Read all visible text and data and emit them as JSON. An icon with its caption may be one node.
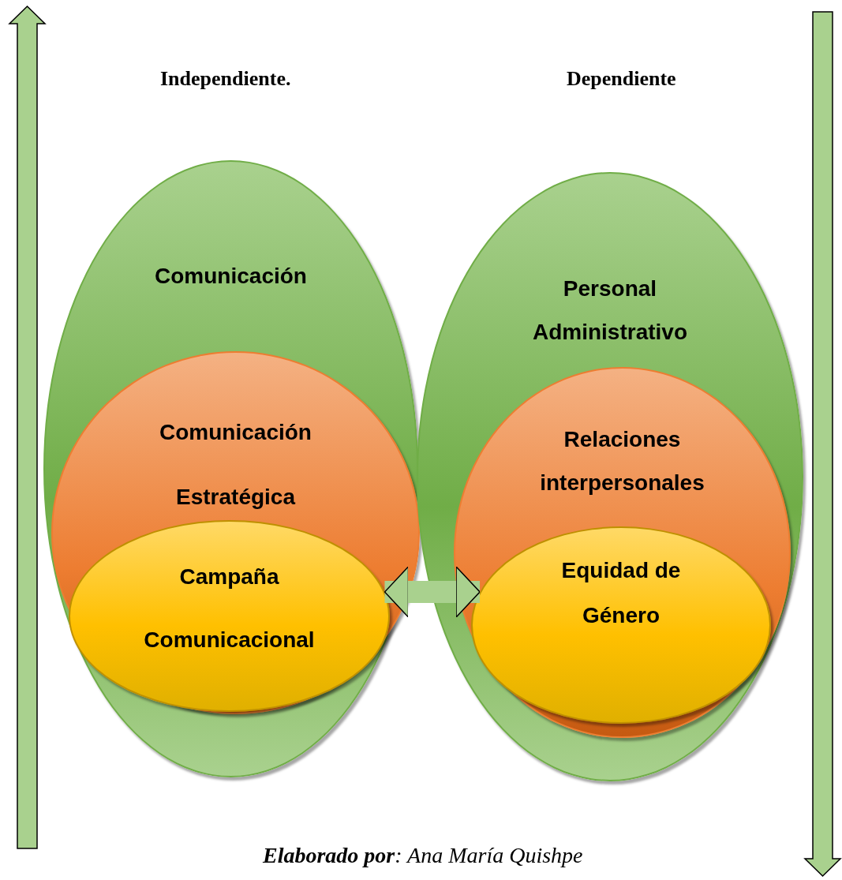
{
  "diagram": {
    "caption": "**Elaborado por**: Ana María Quishpe",
    "nodes": [
      {
        "text": [
          "Comunicación"
        ]
      },
      {
        "text": [
          "Comunicación Estratégica"
        ],
        "in": 0
      },
      {
        "text": [
          "Campaña Comunicacional"
        ],
        "in": 1
      },
      {
        "text": [
          "Personal Administrativo"
        ]
      },
      {
        "text": [
          "Relaciones interpersonales"
        ],
        "in": 3
      },
      {
        "text": [
          "Equidad de Género"
        ],
        "in": 4
      }
    ],
    "edges": [
      {
        "from": 2,
        "to": 5,
        "arrow": "both"
      }
    ],
    "labels": [
      "Independiente.",
      "Dependiente"
    ]
  }
}
